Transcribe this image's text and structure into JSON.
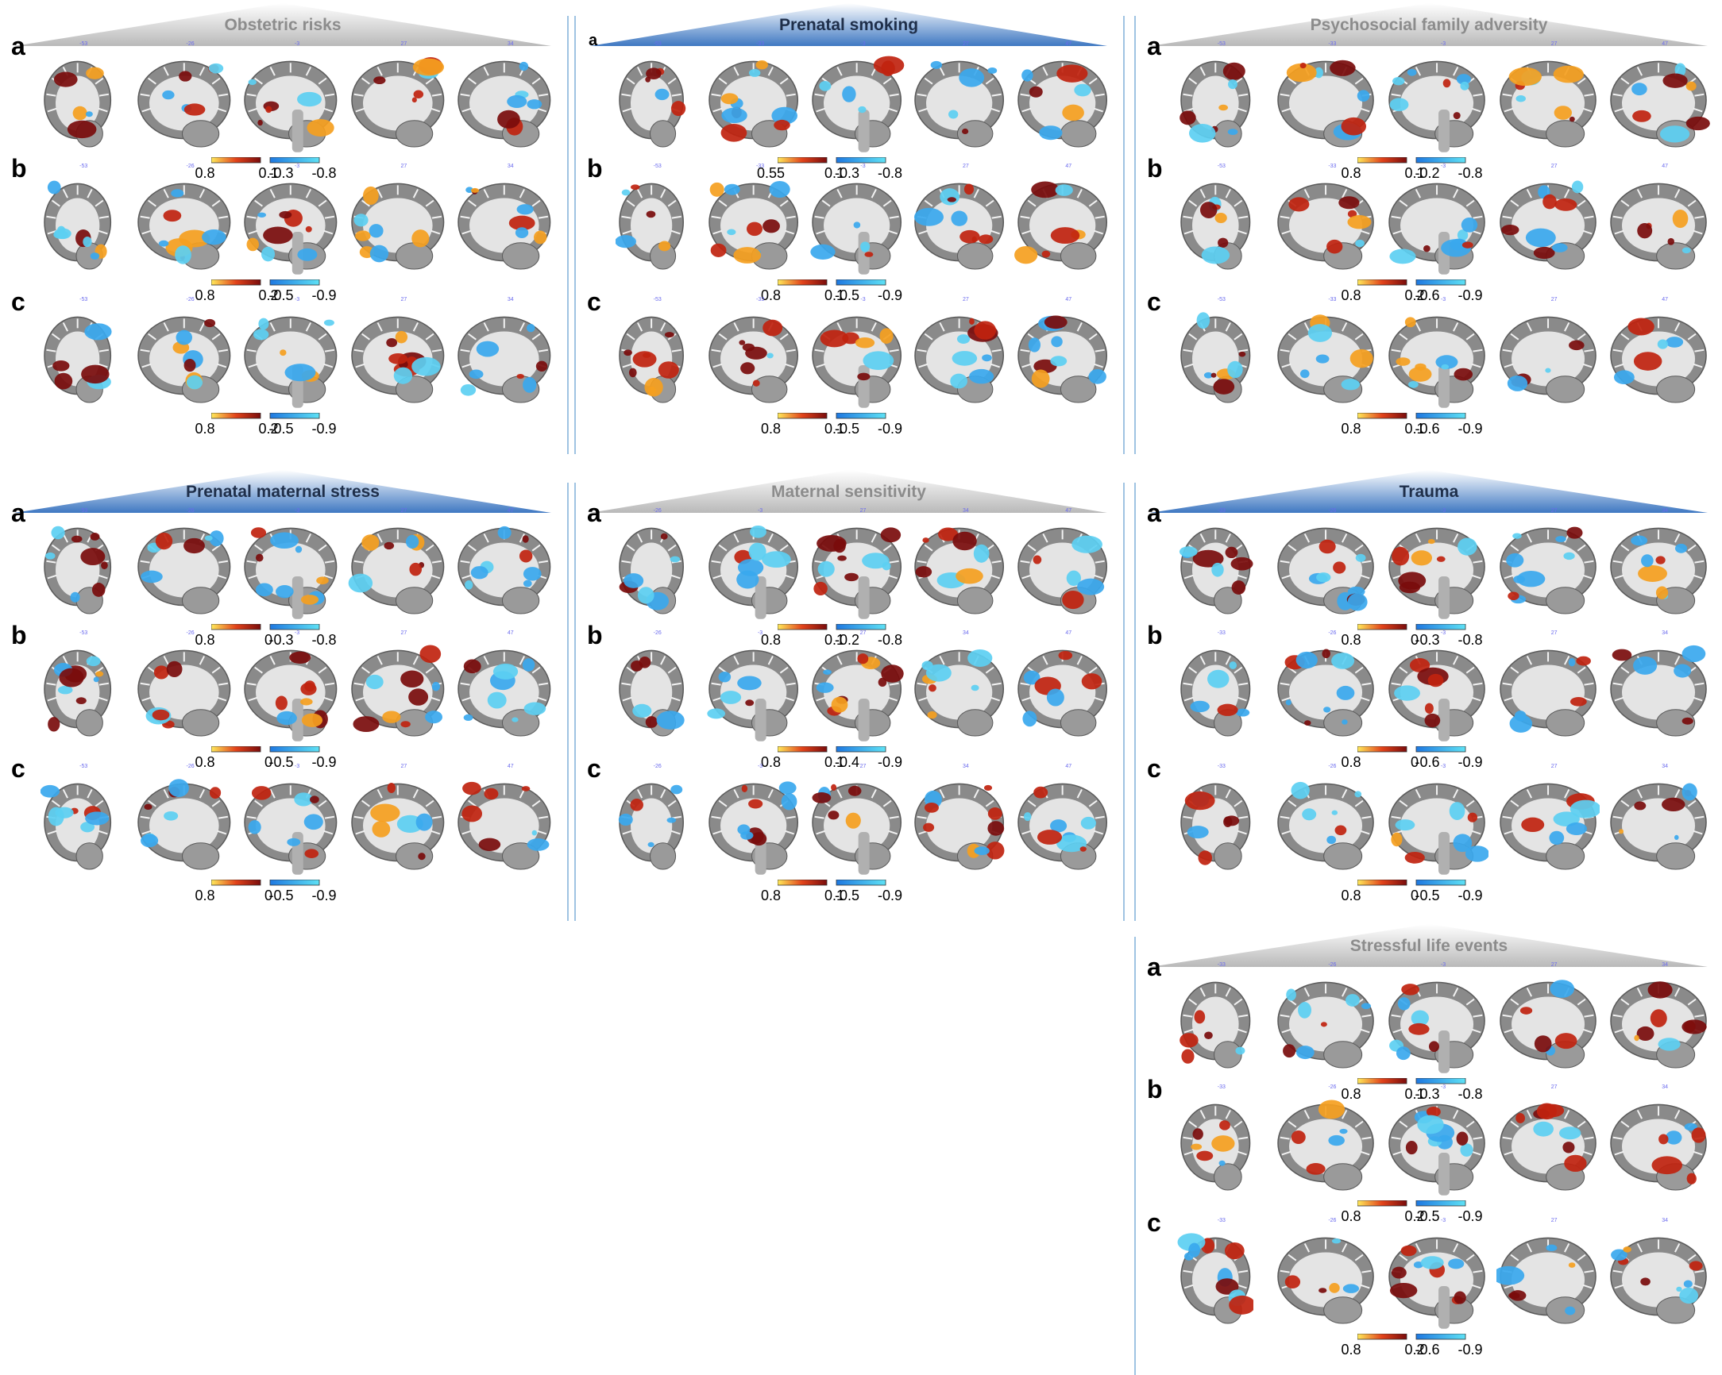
{
  "colors": {
    "banner_blue": "#3f78c2",
    "banner_gray": "#b9b9b9",
    "title_dark": "#1f2f4a",
    "title_gray": "#8c8c8c",
    "warm_low": "#7a0c0c",
    "warm_high": "#ffea5a",
    "cool_low": "#1e78e0",
    "cool_high": "#5ee1f5",
    "brain_gray": "#8a8a8a"
  },
  "panels": [
    {
      "title": "Obstetric risks",
      "style": "gray",
      "rows": [
        {
          "label": "a",
          "coords": [
            "-53",
            "-26",
            "-3",
            "27",
            "34"
          ],
          "ticks": [
            "0.8",
            "0.1",
            "-0.3",
            "-0.8"
          ]
        },
        {
          "label": "b",
          "coords": [
            "-53",
            "-26",
            "-3",
            "27",
            "34"
          ],
          "ticks": [
            "0.8",
            "0.2",
            "-0.5",
            "-0.9"
          ]
        },
        {
          "label": "c",
          "coords": [
            "-53",
            "-26",
            "-3",
            "27",
            "34"
          ],
          "ticks": [
            "0.8",
            "0.2",
            "-0.5",
            "-0.9"
          ]
        }
      ]
    },
    {
      "title": "Prenatal smoking",
      "style": "blue",
      "rows": [
        {
          "label": "a",
          "coords": [
            "-53",
            "-33",
            "-3",
            "27",
            "47"
          ],
          "ticks": [
            "0.55",
            "0.1",
            "-0.3",
            "-0.8"
          ]
        },
        {
          "label": "b",
          "coords": [
            "-53",
            "-33",
            "-3",
            "27",
            "47"
          ],
          "ticks": [
            "0.8",
            "0.1",
            "-0.5",
            "-0.9"
          ]
        },
        {
          "label": "c",
          "coords": [
            "-53",
            "-33",
            "-3",
            "27",
            "47"
          ],
          "ticks": [
            "0.8",
            "0.1",
            "-0.5",
            "-0.9"
          ]
        }
      ]
    },
    {
      "title": "Psychosocial family adversity",
      "style": "gray",
      "rows": [
        {
          "label": "a",
          "coords": [
            "-53",
            "-33",
            "-3",
            "27",
            "47"
          ],
          "ticks": [
            "0.8",
            "0.1",
            "-0.2",
            "-0.8"
          ]
        },
        {
          "label": "b",
          "coords": [
            "-53",
            "-33",
            "-3",
            "27",
            "47"
          ],
          "ticks": [
            "0.8",
            "0.2",
            "-0.6",
            "-0.9"
          ]
        },
        {
          "label": "c",
          "coords": [
            "-53",
            "-33",
            "-3",
            "27",
            "47"
          ],
          "ticks": [
            "0.8",
            "0.1",
            "-0.6",
            "-0.9"
          ]
        }
      ]
    },
    {
      "title": "Prenatal maternal stress",
      "style": "blue",
      "rows": [
        {
          "label": "a",
          "coords": [
            "-53",
            "-26",
            "-3",
            "27",
            "47"
          ],
          "ticks": [
            "0.8",
            "0",
            "-0.3",
            "-0.8"
          ]
        },
        {
          "label": "b",
          "coords": [
            "-53",
            "-26",
            "-3",
            "27",
            "47"
          ],
          "ticks": [
            "0.8",
            "0",
            "-0.5",
            "-0.9"
          ]
        },
        {
          "label": "c",
          "coords": [
            "-53",
            "-26",
            "-3",
            "27",
            "47"
          ],
          "ticks": [
            "0.8",
            "0",
            "-0.5",
            "-0.9"
          ]
        }
      ]
    },
    {
      "title": "Maternal sensitivity",
      "style": "gray",
      "rows": [
        {
          "label": "a",
          "coords": [
            "-26",
            "-3",
            "27",
            "34",
            "47"
          ],
          "ticks": [
            "0.8",
            "0.1",
            "-0.2",
            "-0.8"
          ]
        },
        {
          "label": "b",
          "coords": [
            "-26",
            "-3",
            "27",
            "34",
            "47"
          ],
          "ticks": [
            "0.8",
            "0.1",
            "-0.4",
            "-0.9"
          ]
        },
        {
          "label": "c",
          "coords": [
            "-26",
            "-3",
            "27",
            "34",
            "47"
          ],
          "ticks": [
            "0.8",
            "0.1",
            "-0.5",
            "-0.9"
          ]
        }
      ]
    },
    {
      "title": "Trauma",
      "style": "blue",
      "rows": [
        {
          "label": "a",
          "coords": [
            "-33",
            "-26",
            "-3",
            "27",
            "34"
          ],
          "ticks": [
            "0.8",
            "0",
            "-0.3",
            "-0.8"
          ]
        },
        {
          "label": "b",
          "coords": [
            "-33",
            "-26",
            "-3",
            "27",
            "34"
          ],
          "ticks": [
            "0.8",
            "0",
            "-0.6",
            "-0.9"
          ]
        },
        {
          "label": "c",
          "coords": [
            "-33",
            "-26",
            "-3",
            "27",
            "34"
          ],
          "ticks": [
            "0.8",
            "0",
            "-0.5",
            "-0.9"
          ]
        }
      ]
    },
    {
      "title": "Stressful life events",
      "style": "gray",
      "rows": [
        {
          "label": "a",
          "coords": [
            "-33",
            "-26",
            "-3",
            "27",
            "34"
          ],
          "ticks": [
            "0.8",
            "0.1",
            "-0.3",
            "-0.8"
          ]
        },
        {
          "label": "b",
          "coords": [
            "-33",
            "-26",
            "-3",
            "27",
            "34"
          ],
          "ticks": [
            "0.8",
            "0.2",
            "-0.5",
            "-0.9"
          ]
        },
        {
          "label": "c",
          "coords": [
            "-33",
            "-26",
            "-3",
            "27",
            "34"
          ],
          "ticks": [
            "0.8",
            "0.2",
            "-0.6",
            "-0.9"
          ]
        }
      ]
    }
  ]
}
